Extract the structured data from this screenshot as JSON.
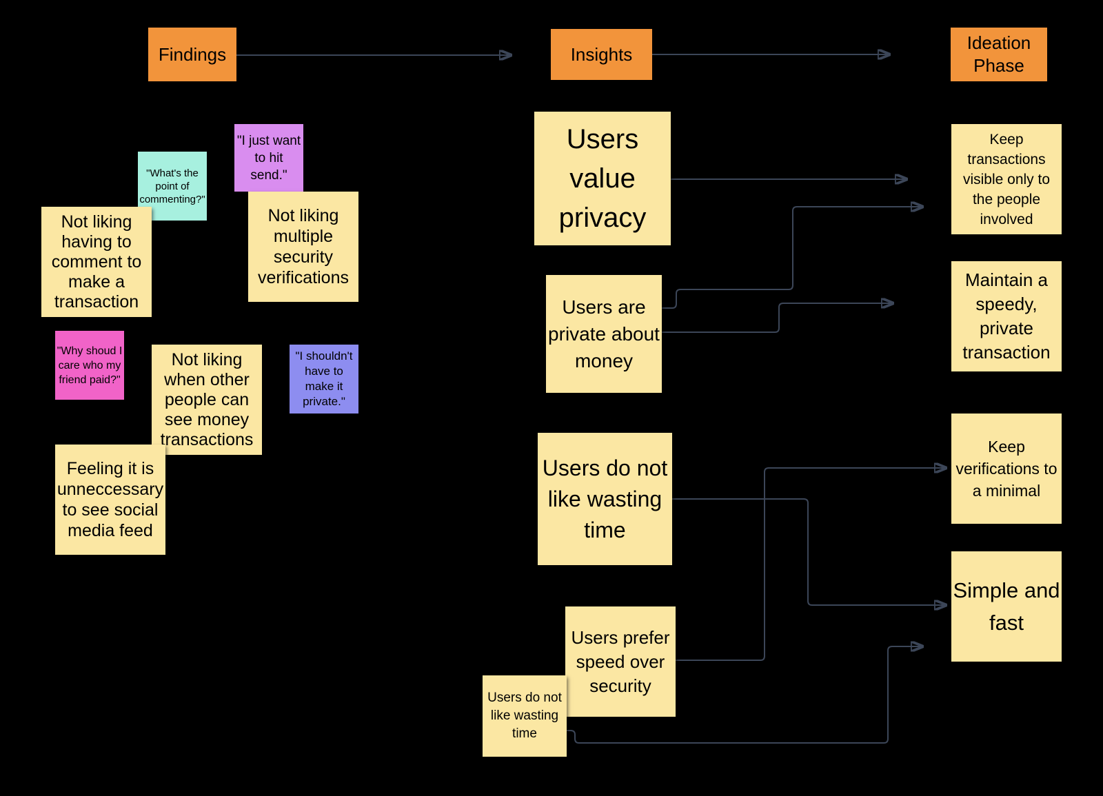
{
  "headers": {
    "findings": "Findings",
    "insights": "Insights",
    "ideation": "Ideation Phase"
  },
  "colors": {
    "background": "#000000",
    "header_orange": "#F2943B",
    "note_yellow": "#FBE7A3",
    "note_cyan": "#A7F0DF",
    "note_purple": "#D98DEF",
    "note_magenta": "#F163C8",
    "note_blue": "#8D8DF0",
    "connector": "#3C4658",
    "text": "#000000"
  },
  "notes": {
    "f_commenting": {
      "text": "\"What's the point of commenting?\""
    },
    "f_hit_send": {
      "text": "\"I just want to hit send.\""
    },
    "f_comment_transaction": {
      "text": "Not liking having to comment to make a transaction"
    },
    "f_security_verifications": {
      "text": "Not liking multiple security verifications"
    },
    "f_why_care": {
      "text": "\"Why shoud I care who my friend paid?\""
    },
    "f_see_money": {
      "text": "Not liking when other people can see money transactions"
    },
    "f_make_private": {
      "text": "\"I shouldn't have to make it private.\""
    },
    "f_social_feed": {
      "text": "Feeling it is unneccessary to see social media feed"
    },
    "i_value_privacy": {
      "text": "Users value privacy"
    },
    "i_private_money": {
      "text": "Users are private about money"
    },
    "i_wasting_time": {
      "text": "Users do not like wasting time"
    },
    "i_speed_over_security": {
      "text": "Users prefer speed over security"
    },
    "i_wasting_time_small": {
      "text": "Users do not like wasting time"
    },
    "d_transactions_visible": {
      "text": "Keep transactions visible only to the people involved"
    },
    "d_speedy_private": {
      "text": "Maintain a speedy, private transaction"
    },
    "d_verifications_minimal": {
      "text": "Keep verifications to a minimal"
    },
    "d_simple_fast": {
      "text": "Simple and fast"
    }
  },
  "connections": [
    {
      "from": "Findings",
      "to": "Insights"
    },
    {
      "from": "Insights",
      "to": "Ideation Phase"
    },
    {
      "from": "Users value privacy",
      "to": "Keep transactions visible only to the people involved"
    },
    {
      "from": "Users are private about money",
      "to": "Keep transactions visible only to the people involved"
    },
    {
      "from": "Users are private about money",
      "to": "Maintain a speedy, private transaction"
    },
    {
      "from": "Users prefer speed over security",
      "to": "Keep verifications to a minimal"
    },
    {
      "from": "Users do not like wasting time",
      "to": "Simple and fast"
    },
    {
      "from": "Users do not like wasting time (small)",
      "to": "Simple and fast"
    }
  ]
}
